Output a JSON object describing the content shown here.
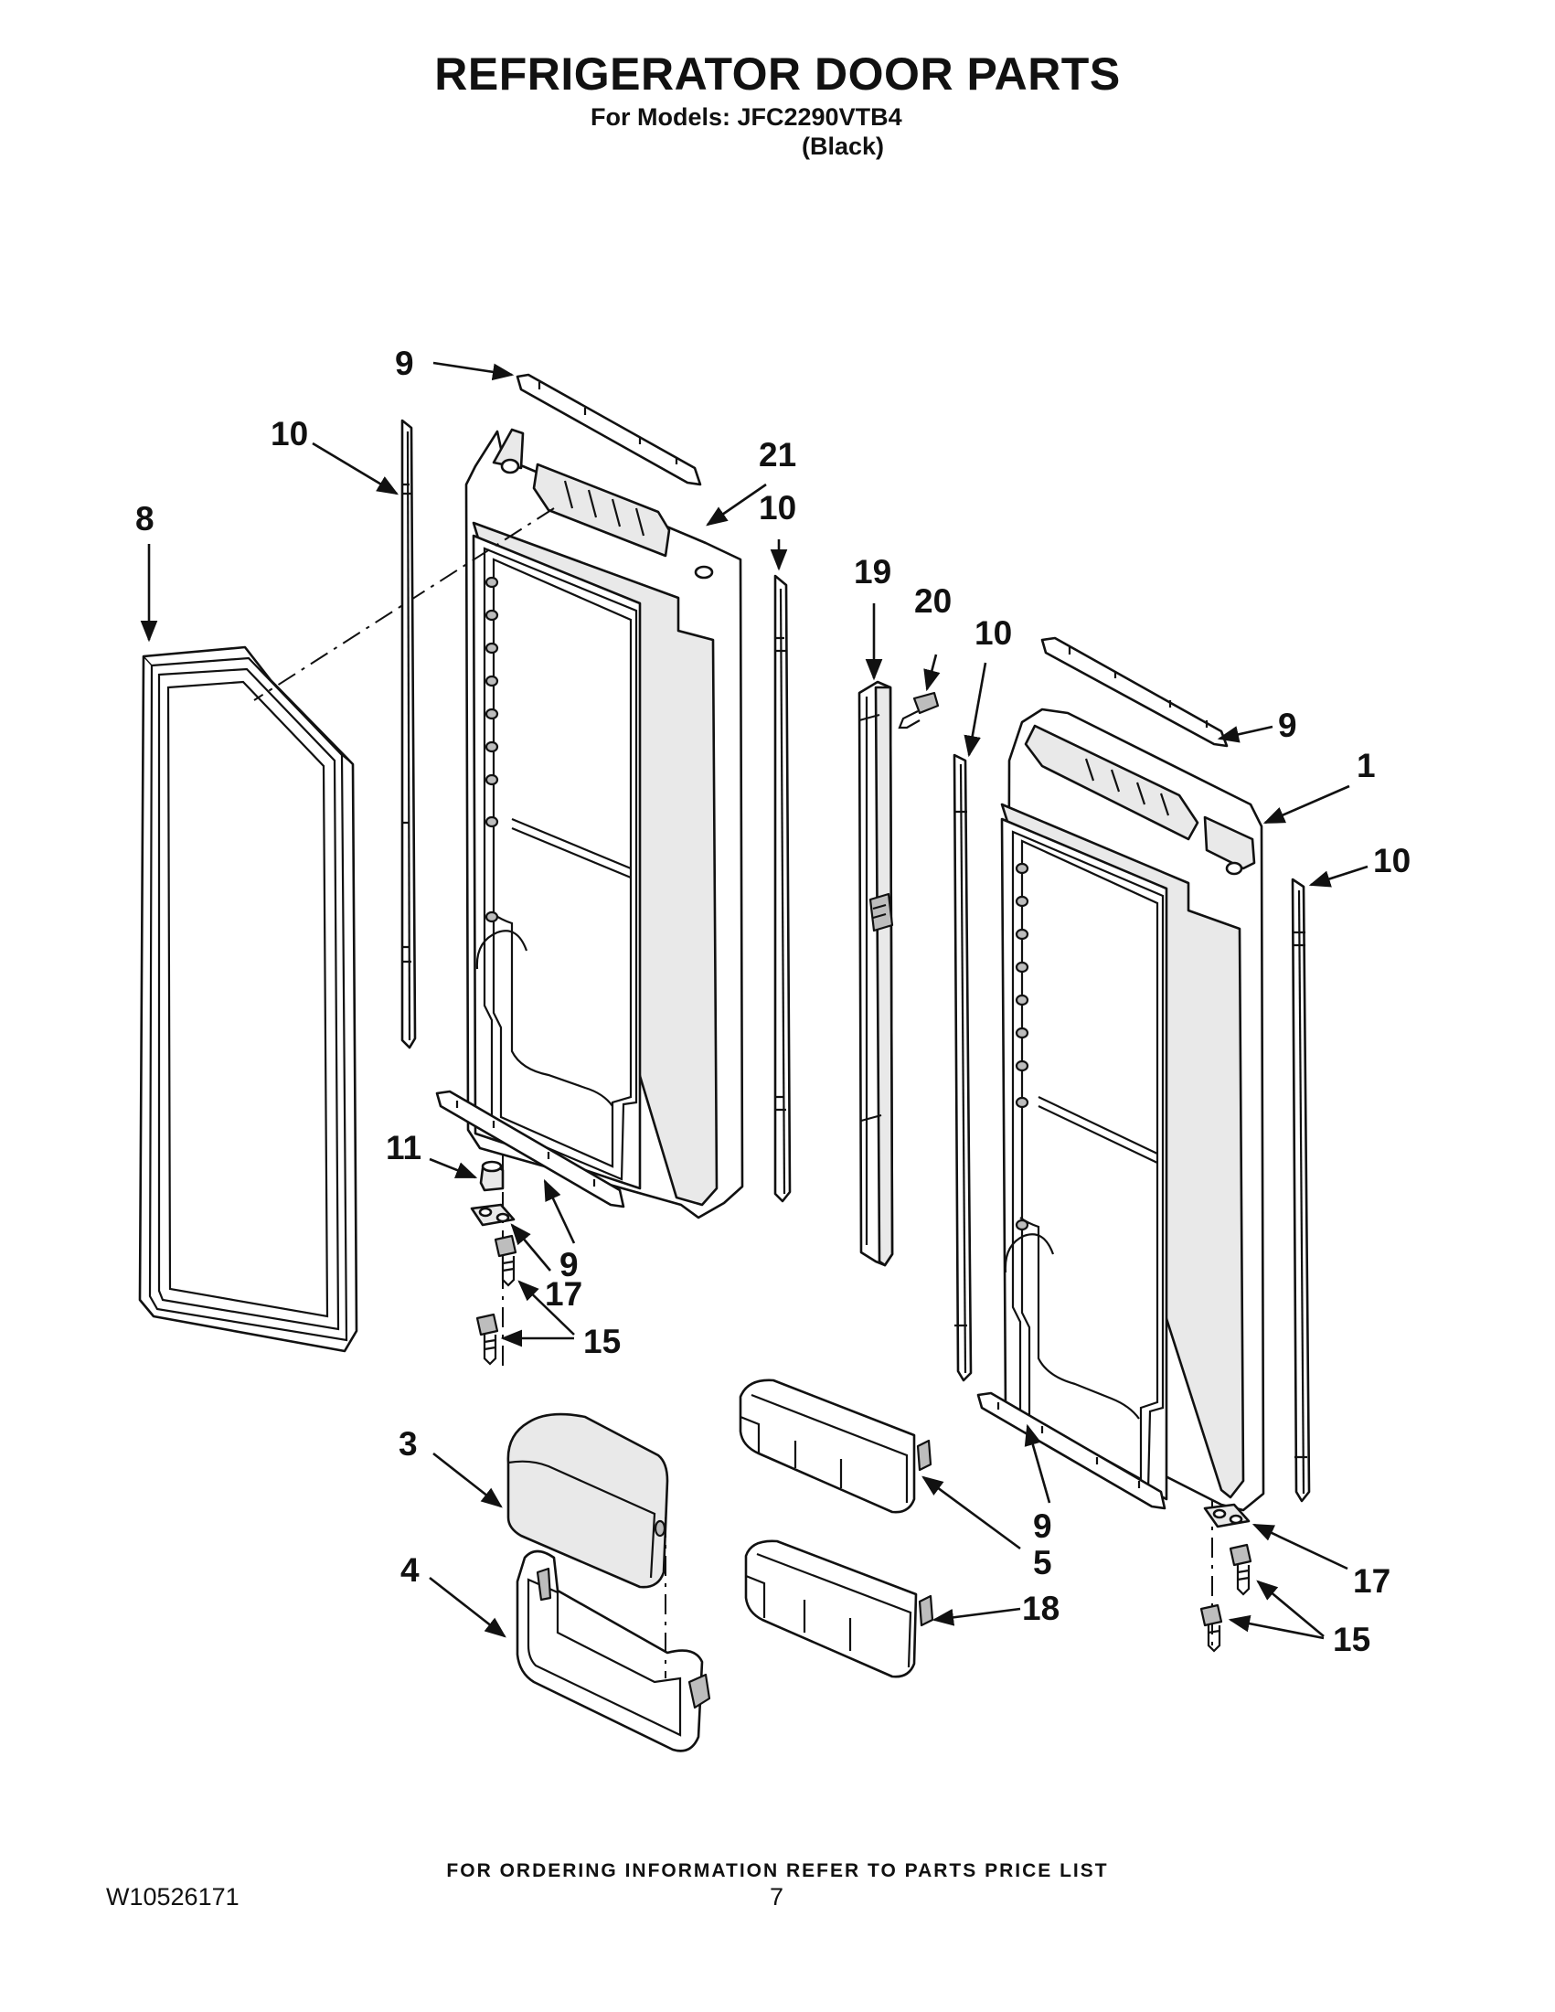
{
  "header": {
    "title": "REFRIGERATOR DOOR PARTS",
    "models_line": "For Models: JFC2290VTB4",
    "color_line": "(Black)"
  },
  "callouts": {
    "c9a": "9",
    "c10a": "10",
    "c21": "21",
    "c8": "8",
    "c10b": "10",
    "c19": "19",
    "c20": "20",
    "c10c": "10",
    "c9b": "9",
    "c1": "1",
    "c10d": "10",
    "c11": "11",
    "c9c": "9",
    "c17a": "17",
    "c15a": "15",
    "c3": "3",
    "c9d": "9",
    "c5": "5",
    "c4": "4",
    "c18": "18",
    "c17b": "17",
    "c15b": "15"
  },
  "footer": {
    "ordering_note": "FOR ORDERING INFORMATION REFER TO PARTS PRICE LIST",
    "document_number": "W10526171",
    "page_number": "7"
  }
}
